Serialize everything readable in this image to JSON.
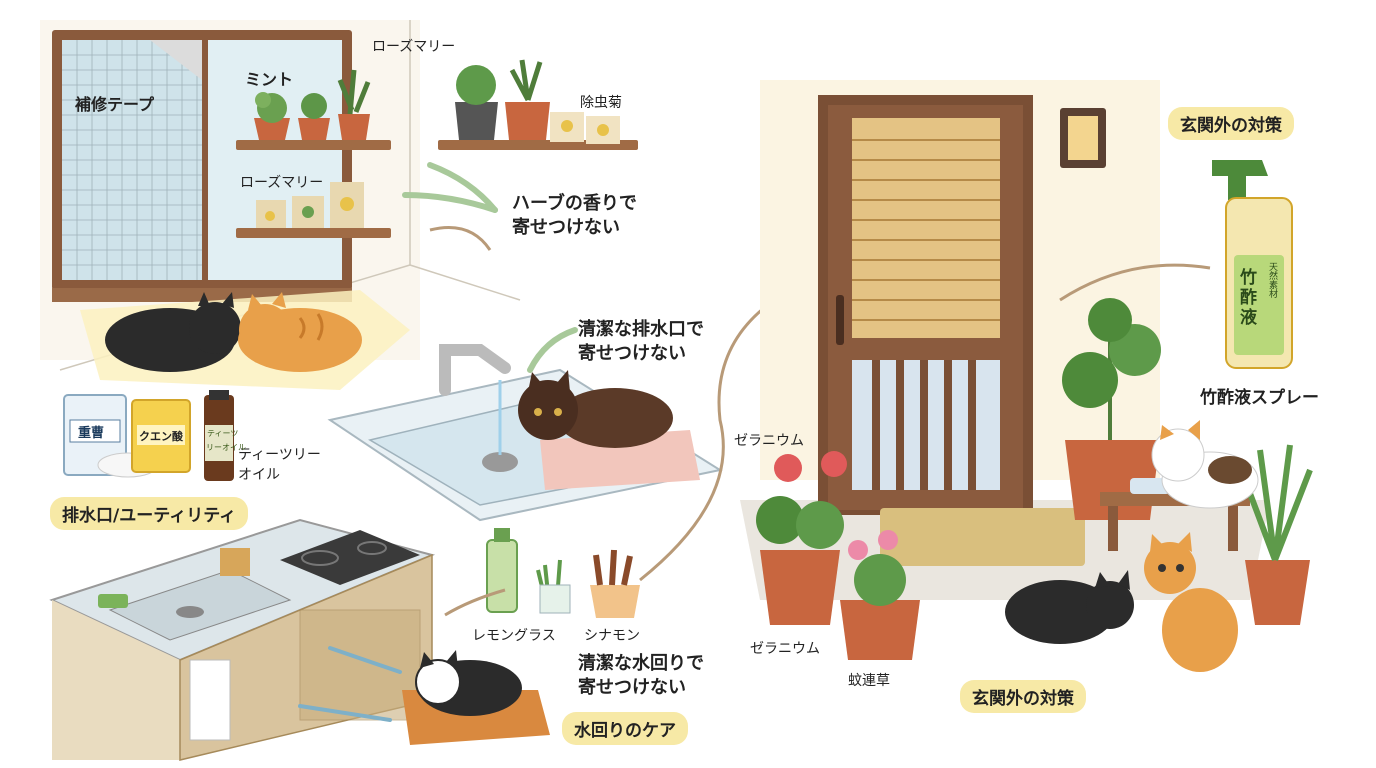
{
  "labels": {
    "hoshu_tape": "補修テープ",
    "mint": "ミント",
    "rosemary_top": "ローズマリー",
    "jochugiku": "除虫菊",
    "rosemary_shelf": "ローズマリー",
    "herb_msg_1": "ハーブの香りで",
    "herb_msg_2": "寄せつけない",
    "drain_msg_1": "清潔な排水口で",
    "drain_msg_2": "寄せつけない",
    "tea_tree_1": "ティーツリー",
    "tea_tree_2": "オイル",
    "lemongrass": "レモングラス",
    "cinnamon": "シナモン",
    "water_msg_1": "清潔な水回りで",
    "water_msg_2": "寄せつけない",
    "geranium_top": "ゼラニウム",
    "geranium_bottom": "ゼラニウム",
    "kahirenso": "蚊連草",
    "spray": "竹酢液スプレー"
  },
  "headers": {
    "drain_utility": "排水口/ユーティリティ",
    "water_care": "水回りのケア",
    "entrance_top": "玄関外の対策",
    "entrance_bottom": "玄関外の対策"
  },
  "products": {
    "juso": "重曹",
    "citric": "クエン酸",
    "tea_tree_bottle_1": "ティーツ",
    "tea_tree_bottle_2": "リーオイル",
    "spray_bottle_main": "竹\n酢\n液",
    "spray_bottle_side": "天然素材"
  },
  "colors": {
    "header_bg": "#f7e9a6",
    "arrow_green": "#a8c99a",
    "arrow_brown": "#b89a78",
    "wood": "#7a4f35",
    "cat_orange": "#e8a04a",
    "cat_black": "#2a2a2a"
  }
}
